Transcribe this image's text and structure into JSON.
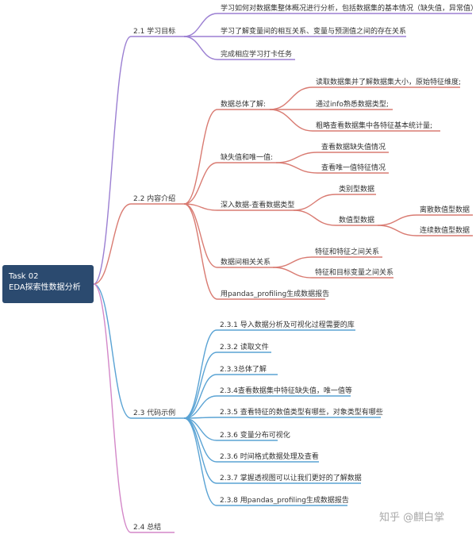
{
  "root": {
    "line1": "Task 02",
    "line2": "EDA探索性数据分析"
  },
  "colors": {
    "root_bg": "#2b4a6f",
    "branch_goals": "#9b7fd2",
    "branch_content": "#d97b72",
    "branch_code": "#5aa3d4",
    "branch_summary": "#d387c8"
  },
  "branches": {
    "goals": {
      "label": "2.1 学习目标",
      "items": [
        "学习如何对数据集整体概况进行分析，包括数据集的基本情况（缺失值，异常值）",
        "学习了解变量间的相互关系、变量与预测值之间的存在关系",
        "完成相应学习打卡任务"
      ]
    },
    "content": {
      "label": "2.2 内容介绍",
      "overview": {
        "label": "数据总体了解:",
        "items": [
          "读取数据集并了解数据集大小，原始特征维度;",
          "通过info熟悉数据类型;",
          "粗略查看数据集中各特征基本统计量;"
        ]
      },
      "missing": {
        "label": "缺失值和唯一值:",
        "items": [
          "查看数据缺失值情况",
          "查看唯一值特征情况"
        ]
      },
      "types": {
        "label": "深入数据-查看数据类型",
        "categorical": "类别型数据",
        "numeric": {
          "label": "数值型数据",
          "items": [
            "离散数值型数据",
            "连续数值型数据"
          ]
        }
      },
      "relations": {
        "label": "数据间相关关系",
        "items": [
          "特征和特征之间关系",
          "特征和目标变量之间关系"
        ]
      },
      "profiling": "用pandas_profiling生成数据报告"
    },
    "code": {
      "label": "2.3 代码示例",
      "items": [
        "2.3.1 导入数据分析及可视化过程需要的库",
        "2.3.2 读取文件",
        "2.3.3总体了解",
        "2.3.4查看数据集中特征缺失值，唯一值等",
        "2.3.5 查看特征的数值类型有哪些，对象类型有哪些",
        "2.3.6 变量分布可视化",
        "2.3.6 时间格式数据处理及查看",
        "2.3.7 掌握透视图可以让我们更好的了解数据",
        "2.3.8 用pandas_profiling生成数据报告"
      ]
    },
    "summary": {
      "label": "2.4 总结"
    }
  },
  "watermark": "知乎 @麒白掌"
}
